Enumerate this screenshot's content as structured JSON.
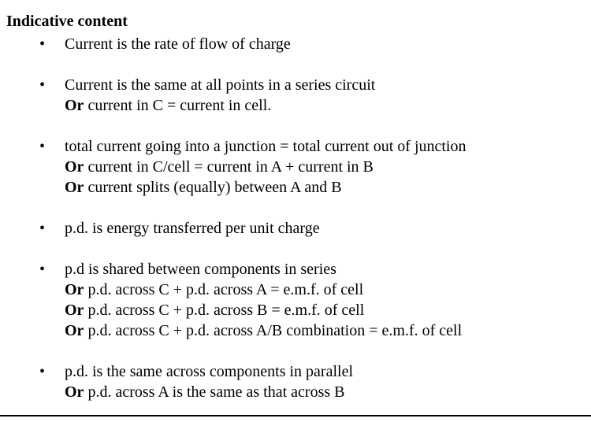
{
  "heading": "Indicative content",
  "bullet_glyph": "•",
  "bullets": [
    {
      "lines": [
        {
          "text": "Current is the rate of flow of charge"
        }
      ]
    },
    {
      "lines": [
        {
          "text": "Current is the same at all points in a series circuit"
        },
        {
          "prefix": "Or",
          "text": " current in C = current in cell."
        }
      ]
    },
    {
      "lines": [
        {
          "text": "total current going into a junction = total current out of junction"
        },
        {
          "prefix": "Or",
          "text": " current in C/cell = current in A + current in B"
        },
        {
          "prefix": "Or",
          "text": " current splits (equally) between A and B"
        }
      ]
    },
    {
      "lines": [
        {
          "text": "p.d. is energy transferred per unit charge"
        }
      ]
    },
    {
      "lines": [
        {
          "text": "p.d is shared between components in series"
        },
        {
          "prefix": "Or",
          "text": " p.d. across C + p.d. across A = e.m.f. of cell"
        },
        {
          "prefix": "Or",
          "text": " p.d. across C + p.d. across B = e.m.f. of cell"
        },
        {
          "prefix": "Or",
          "text": " p.d. across C + p.d. across A/B combination = e.m.f. of cell"
        }
      ]
    },
    {
      "lines": [
        {
          "text": "p.d. is the same across components in parallel"
        },
        {
          "prefix": "Or",
          "text": " p.d. across A is the same as that across B"
        }
      ]
    }
  ],
  "colors": {
    "text": "#000000",
    "rule": "#000000",
    "background": "#ffffff"
  }
}
